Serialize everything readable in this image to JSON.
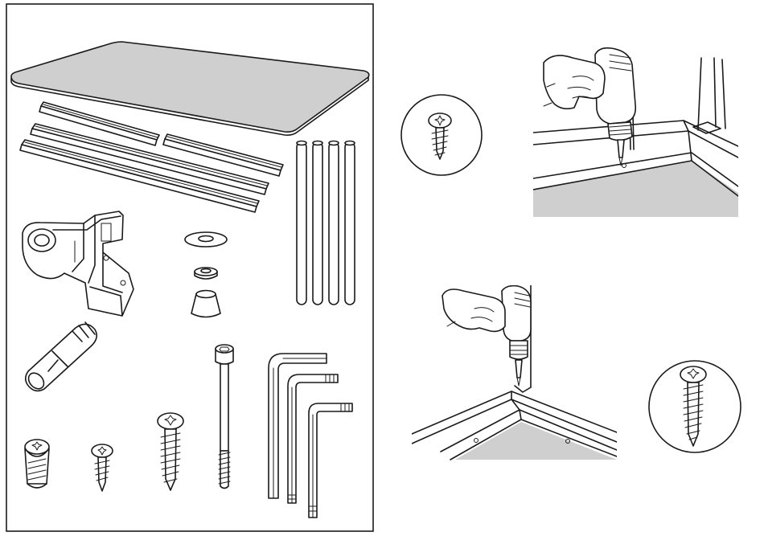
{
  "figure": {
    "parts_panel": {
      "components": [
        "tabletop",
        "long-rail",
        "short-rail",
        "leg",
        "corner-bracket",
        "flat-washer",
        "spring-washer",
        "foot-cap",
        "wall-anchor",
        "countersunk-screw",
        "small-pan-screw",
        "medium-wood-screw",
        "long-hex-bolt",
        "large-hex-key",
        "medium-torx-key",
        "small-torx-key"
      ],
      "leg_count": 4,
      "rail_count": 4
    },
    "step_top": {
      "screw": "small-pan-screw"
    },
    "step_bottom": {
      "screw": "medium-wood-screw"
    },
    "colors": {
      "line": "#1a1a1a",
      "surface": "#cfcfcf",
      "background": "#ffffff"
    }
  }
}
